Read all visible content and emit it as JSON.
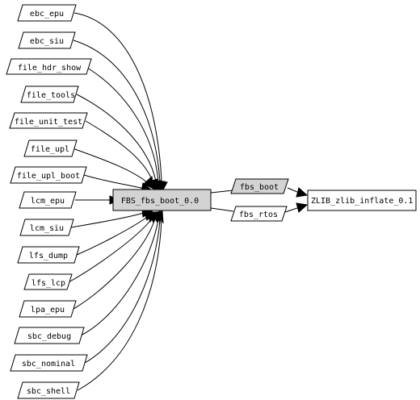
{
  "colors": {
    "background": "#ffffff",
    "line": "#000000",
    "highlight_fill": "#d3d3d3",
    "plain_fill": "#ffffff"
  },
  "left_nodes": [
    {
      "id": "ebc-epu",
      "label": "ebc_epu",
      "icon": "parallelogram"
    },
    {
      "id": "ebc-siu",
      "label": "ebc_siu",
      "icon": "parallelogram"
    },
    {
      "id": "file-hdr-show",
      "label": "file_hdr_show",
      "icon": "parallelogram"
    },
    {
      "id": "file-tools",
      "label": "file_tools",
      "icon": "parallelogram"
    },
    {
      "id": "file-unit-test",
      "label": "file_unit_test",
      "icon": "parallelogram"
    },
    {
      "id": "file-upl",
      "label": "file_upl",
      "icon": "parallelogram"
    },
    {
      "id": "file-upl-boot",
      "label": "file_upl_boot",
      "icon": "parallelogram"
    },
    {
      "id": "lcm-epu",
      "label": "lcm_epu",
      "icon": "parallelogram"
    },
    {
      "id": "lcm-siu",
      "label": "lcm_siu",
      "icon": "parallelogram"
    },
    {
      "id": "lfs-dump",
      "label": "lfs_dump",
      "icon": "parallelogram"
    },
    {
      "id": "lfs-lcp",
      "label": "lfs_lcp",
      "icon": "parallelogram"
    },
    {
      "id": "lpa-epu",
      "label": "lpa_epu",
      "icon": "parallelogram"
    },
    {
      "id": "sbc-debug",
      "label": "sbc_debug",
      "icon": "parallelogram"
    },
    {
      "id": "sbc-nominal",
      "label": "sbc_nominal",
      "icon": "parallelogram"
    },
    {
      "id": "sbc-shell",
      "label": "sbc_shell",
      "icon": "parallelogram"
    }
  ],
  "center_node": {
    "label": "FBS_fbs_boot_0.0",
    "icon": "rectangle"
  },
  "mid_nodes": [
    {
      "id": "fbs-boot",
      "label": "fbs_boot",
      "icon": "parallelogram",
      "highlighted": true
    },
    {
      "id": "fbs-rtos",
      "label": "fbs_rtos",
      "icon": "parallelogram",
      "highlighted": false
    }
  ],
  "right_node": {
    "label": "ZLIB_zlib_inflate_0.1",
    "icon": "rectangle"
  }
}
